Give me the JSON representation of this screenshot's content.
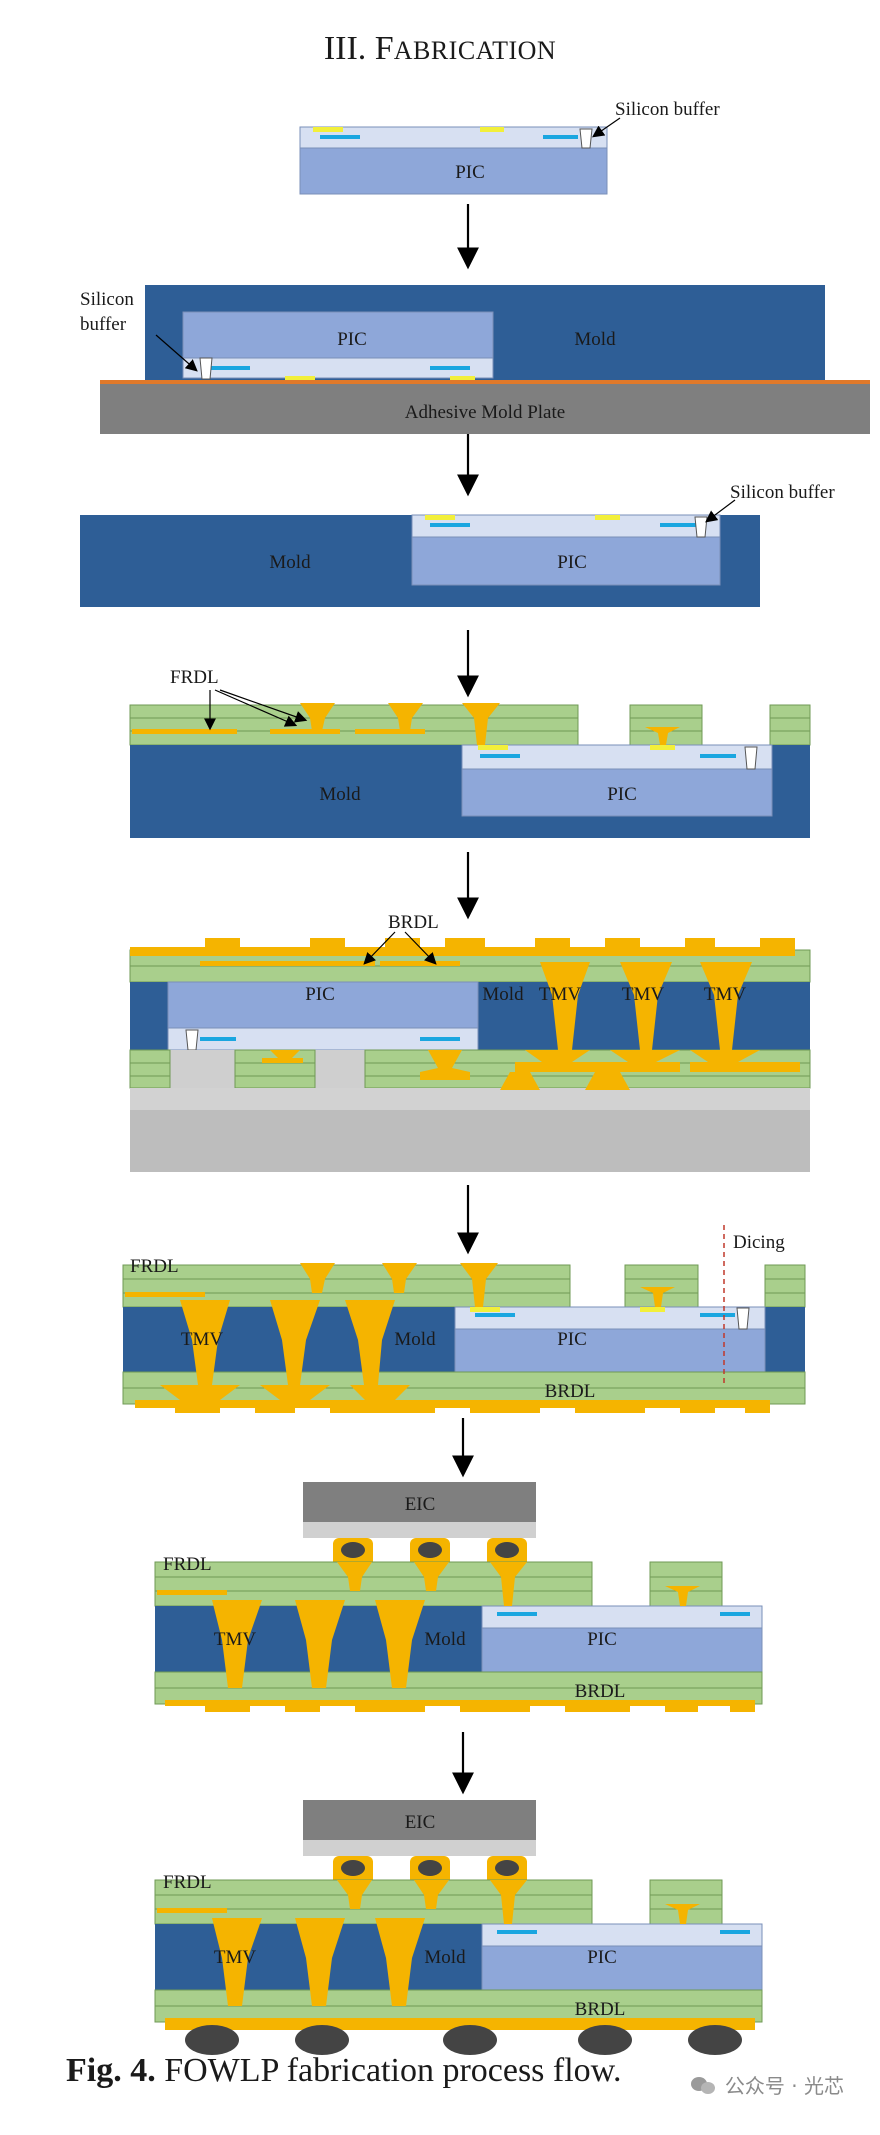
{
  "section": {
    "numeral": "III.",
    "head_letter": "F",
    "rest": "ABRICATION"
  },
  "labels": {
    "silicon_buffer": "Silicon buffer",
    "silicon": "Silicon",
    "buffer": "buffer",
    "pic": "PIC",
    "mold": "Mold",
    "adhesive_plate": "Adhesive Mold Plate",
    "frdl": "FRDL",
    "brdl": "BRDL",
    "tmv": "TMV",
    "dicing": "Dicing",
    "eic": "EIC"
  },
  "caption": {
    "fig": "Fig. 4.",
    "text": "FOWLP fabrication process flow."
  },
  "watermark": {
    "text": "公众号 · 光芯"
  },
  "colors": {
    "pic": "#8ea7d9",
    "pic_top": "#d7e0f2",
    "mold": "#2e5e96",
    "gold": "#f5b400",
    "green": "#a9cf8c",
    "gray_plate": "#7f7f7f",
    "eic": "#7f7f7f",
    "carrier": "#b8b8b8",
    "cyan": "#1aa6e0",
    "yellow": "#f2ef3a"
  }
}
